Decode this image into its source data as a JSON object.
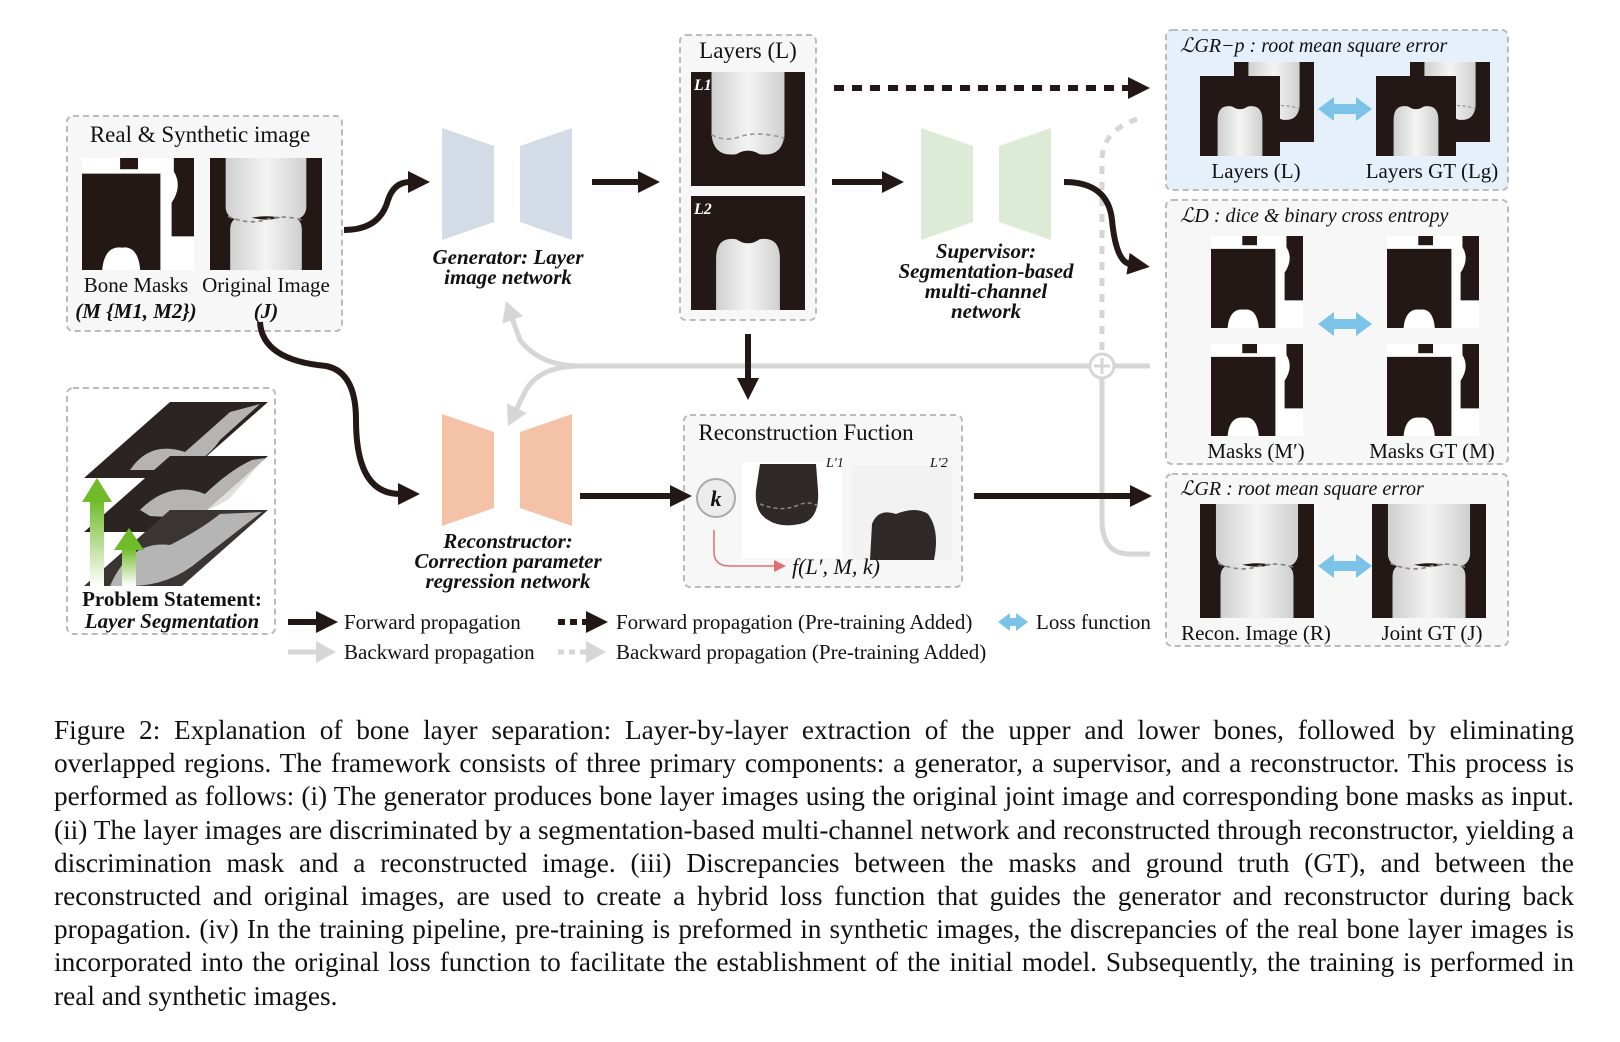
{
  "figure": {
    "real_synthetic": {
      "title": "Real & Synthetic image",
      "bone_masks_label": "Bone Masks",
      "bone_masks_sym": "(M {M1, M2})",
      "original_label": "Original Image",
      "original_sym": "(J)"
    },
    "problem": {
      "line1": "Problem Statement:",
      "line2": "Layer Segmentation"
    },
    "generator": {
      "line1": "Generator: Layer",
      "line2": "image network"
    },
    "layers": {
      "title": "Layers (L)",
      "l1": "L1",
      "l2": "L2"
    },
    "supervisor": {
      "line1": "Supervisor:",
      "line2": "Segmentation-based",
      "line3": "multi-channel",
      "line4": "network"
    },
    "reconstructor": {
      "line1": "Reconstructor:",
      "line2": "Correction parameter",
      "line3": "regression network"
    },
    "recon_fn": {
      "title": "Reconstruction Fuction",
      "k": "k",
      "l1p": "L′1",
      "l2p": "L′2",
      "formula": "f(L′, M, k)"
    },
    "loss_grp": {
      "title": "ℒGR−p : root mean square error",
      "left": "Layers (L)",
      "right": "Layers GT (Lg)"
    },
    "loss_d": {
      "title": "ℒD : dice & binary cross entropy",
      "left": "Masks (M′)",
      "right": "Masks GT (M)"
    },
    "loss_gr": {
      "title": "ℒGR : root mean square error",
      "left": "Recon. Image (R)",
      "right": "Joint GT (J)"
    },
    "legend": {
      "fwd": "Forward propagation",
      "fwd_pre": "Forward propagation (Pre-training Added)",
      "loss": "Loss function",
      "bwd": "Backward propagation",
      "bwd_pre": "Backward propagation (Pre-training Added)"
    }
  },
  "caption": "Figure 2: Explanation of bone layer separation: Layer-by-layer extraction of the upper and lower bones, followed by eliminating overlapped regions. The framework consists of three primary components: a generator, a supervisor, and a reconstructor. This process is performed as follows: (i) The generator produces bone layer images using the original joint image and corresponding bone masks as input. (ii) The layer images are discriminated by a segmentation-based multi-channel network and reconstructed through reconstructor, yielding a discrimination mask and a reconstructed image. (iii) Discrepancies between the masks and ground truth (GT), and between the reconstructed and original images, are used to create a hybrid loss function that guides the generator and reconstructor during back propagation. (iv) In the training pipeline, pre-training is preformed in synthetic images, the discrepancies of the real bone layer images is incorporated into the original loss function to facilitate the establishment of the initial model. Subsequently, the training is performed in real and synthetic images.",
  "colors": {
    "generator": "#d3dbe6",
    "supervisor": "#dcebd6",
    "reconstructor": "#f4c3a7",
    "loss_arrow": "#7cc3ea",
    "dark": "#231815",
    "back": "#d6d6d6"
  }
}
